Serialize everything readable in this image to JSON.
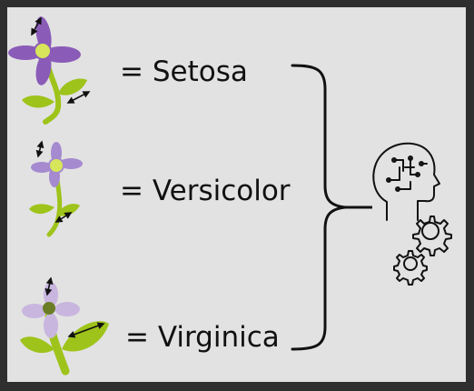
{
  "diagram": {
    "classes": [
      {
        "key": "setosa",
        "label": "= Setosa"
      },
      {
        "key": "versicolor",
        "label": "= Versicolor"
      },
      {
        "key": "virginica",
        "label": "= Virginica"
      }
    ],
    "colors": {
      "background": "#e2e2e2",
      "frame": "#2f2f2f",
      "setosa_petal": "#8a5cb8",
      "versicolor_petal": "#a58ad0",
      "virginica_petal": "#c9b6df",
      "stem_leaf": "#9ec31a",
      "flower_center": "#d7e65a",
      "virginica_center": "#6b7d25",
      "line": "#111111"
    },
    "icons": {
      "model": "brain-gears-icon",
      "bracket": "curly-brace-icon",
      "measure": "double-arrow-icon"
    }
  }
}
